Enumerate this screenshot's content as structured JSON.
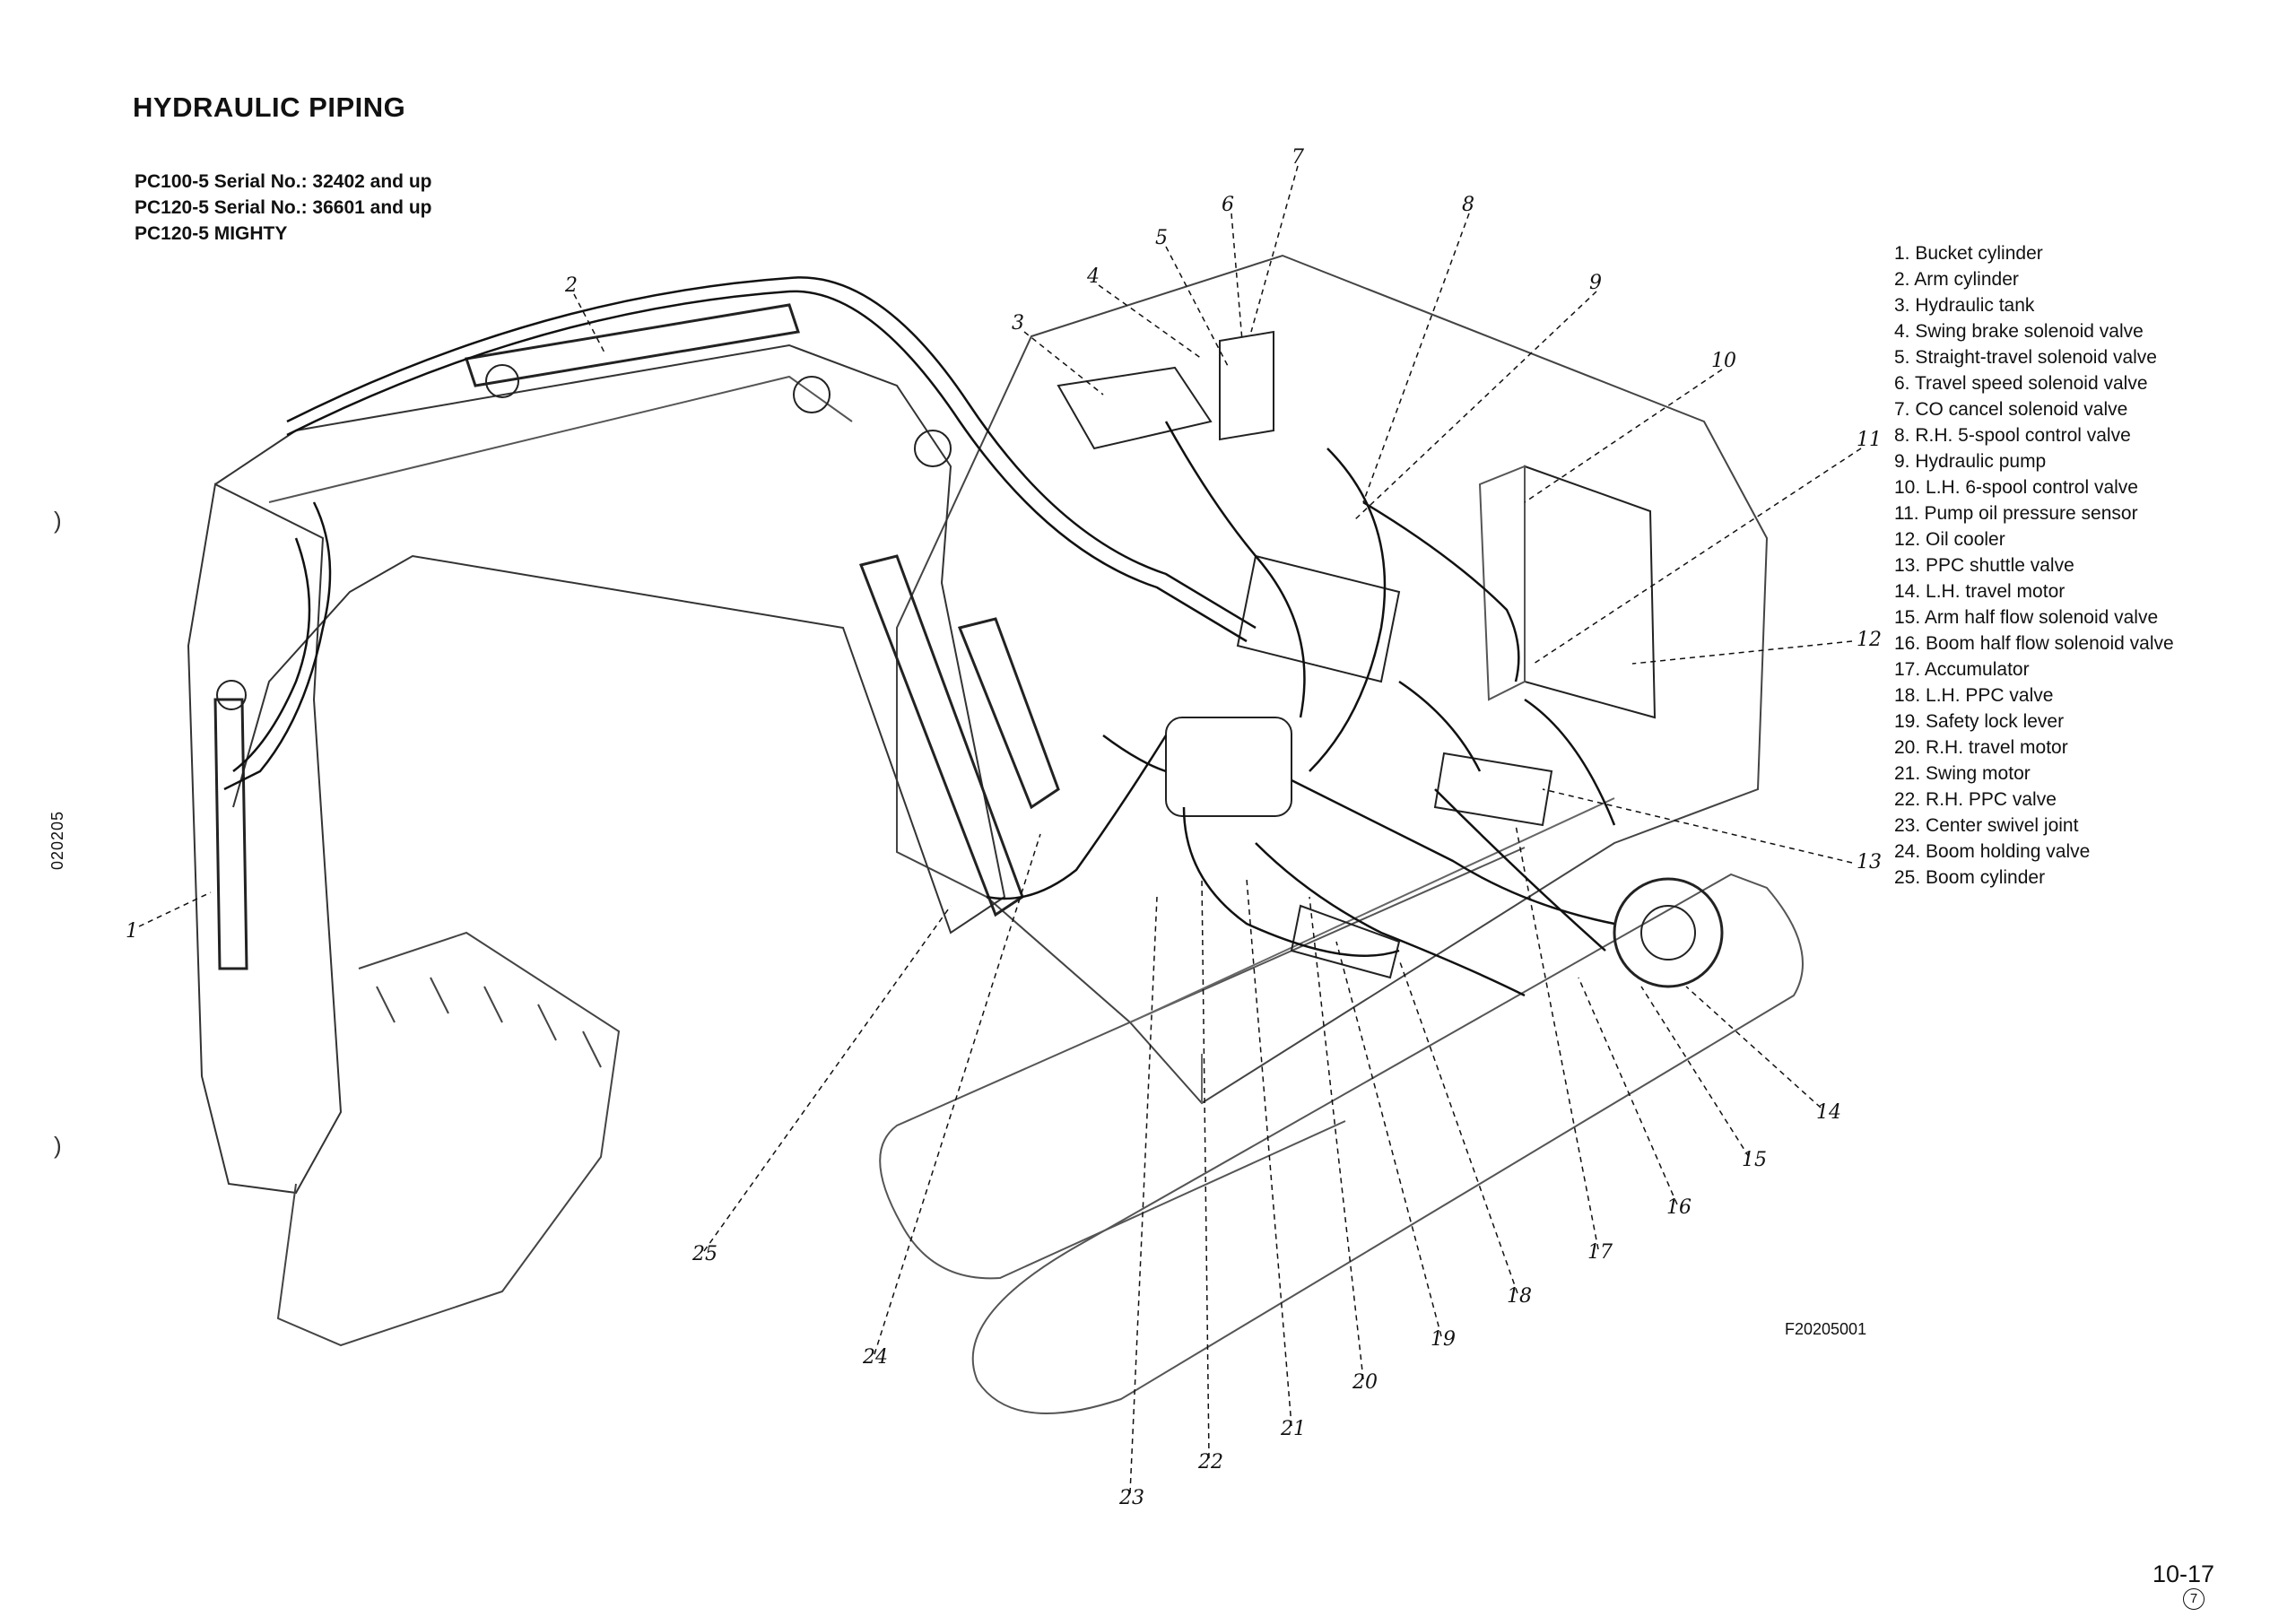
{
  "title": "HYDRAULIC PIPING",
  "serials": [
    "PC100-5 Serial No.: 32402 and up",
    "PC120-5 Serial No.: 36601 and up",
    "PC120-5 MIGHTY"
  ],
  "legend": [
    "1. Bucket cylinder",
    "2. Arm cylinder",
    "3. Hydraulic tank",
    "4. Swing brake solenoid valve",
    "5. Straight-travel solenoid valve",
    "6. Travel speed solenoid valve",
    "7. CO cancel solenoid valve",
    "8. R.H. 5-spool control valve",
    "9. Hydraulic pump",
    "10. L.H. 6-spool control valve",
    "11. Pump oil pressure sensor",
    "12. Oil cooler",
    "13. PPC shuttle valve",
    "14. L.H. travel motor",
    "15. Arm half flow solenoid valve",
    "16. Boom half flow solenoid valve",
    "17. Accumulator",
    "18. L.H. PPC valve",
    "19. Safety lock lever",
    "20. R.H. travel motor",
    "21. Swing motor",
    "22. R.H. PPC valve",
    "23. Center swivel joint",
    "24. Boom holding valve",
    "25. Boom cylinder"
  ],
  "callouts": [
    "1",
    "2",
    "3",
    "4",
    "5",
    "6",
    "7",
    "8",
    "9",
    "10",
    "11",
    "12",
    "13",
    "14",
    "15",
    "16",
    "17",
    "18",
    "19",
    "20",
    "21",
    "22",
    "23",
    "24",
    "25"
  ],
  "side_code": "020205",
  "figure_code": "F20205001",
  "page_number": "10-17",
  "revision": "7",
  "edge_marks": [
    ")",
    ")"
  ]
}
